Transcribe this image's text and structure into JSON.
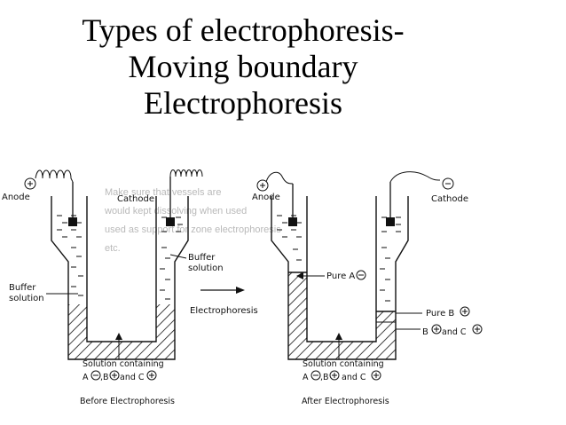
{
  "slide": {
    "title_line1": "Types of electrophoresis-",
    "title_line2": "Moving boundary",
    "title_line3": "Electrophoresis"
  },
  "figure": {
    "before": {
      "anode": "Anode",
      "cathode": "Cathode",
      "buffer_solution_right": [
        "Buffer",
        "solution"
      ],
      "buffer_solution_left": [
        "Buffer",
        "solution"
      ],
      "solution_containing": "Solution containing",
      "ions_a": "A",
      "ions_b": ",B",
      "ions_and": "and C",
      "caption": "Before Electrophoresis"
    },
    "arrow_label": "Electrophoresis",
    "after": {
      "anode": "Anode",
      "cathode": "Cathode",
      "pure_a": "Pure A",
      "pure_b": "Pure  B",
      "b_and_c_b": "B",
      "b_and_c_and": "and C",
      "solution_containing": "Solution containing",
      "ions_a": "A",
      "ions_b": ",B",
      "ions_and": "and C",
      "caption": "After Electrophoresis"
    },
    "bleed_text": [
      "Make      sure      that      vessels      are",
      "would      kept      dissolving      when      used",
      "used      as      support      for      zone      electrophoresis",
      "etc."
    ]
  }
}
